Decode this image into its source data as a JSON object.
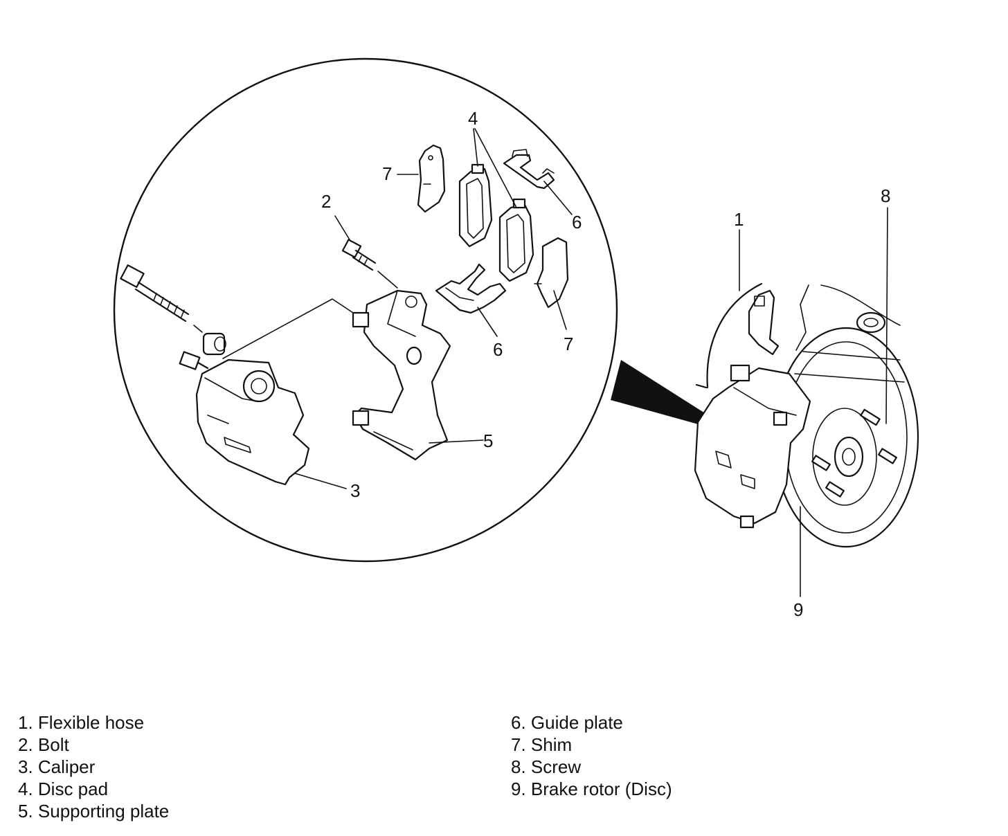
{
  "callouts": {
    "c1": "1",
    "c2": "2",
    "c3": "3",
    "c4": "4",
    "c5": "5",
    "c6a": "6",
    "c6b": "6",
    "c7a": "7",
    "c7b": "7",
    "c8": "8",
    "c9": "9"
  },
  "legend": {
    "left": [
      "1. Flexible hose",
      "2. Bolt",
      "3. Caliper",
      "4. Disc pad",
      "5. Supporting plate"
    ],
    "right": [
      "6. Guide plate",
      "7. Shim",
      "8. Screw",
      "9. Brake rotor (Disc)"
    ]
  }
}
